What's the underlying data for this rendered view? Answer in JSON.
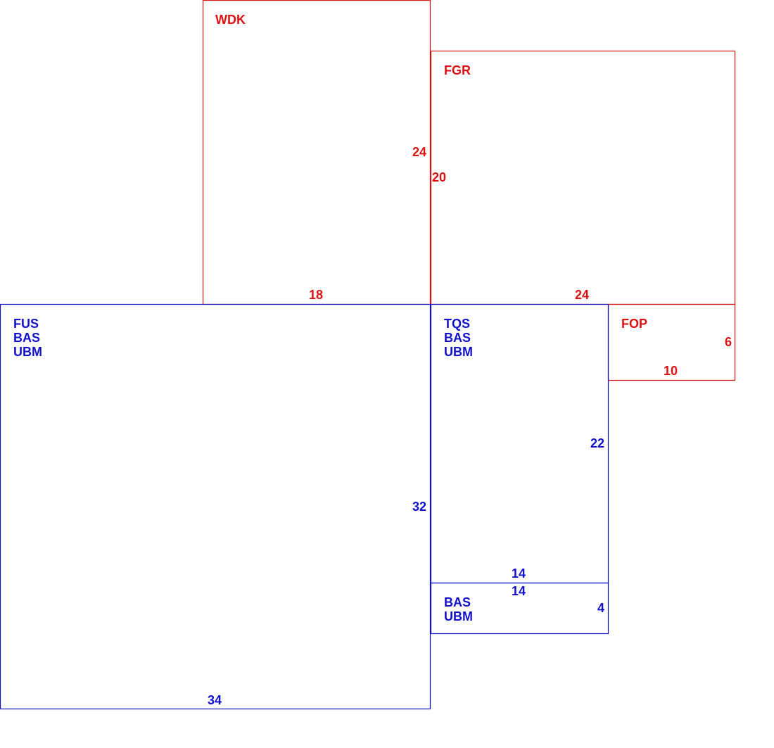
{
  "colors": {
    "red": "#dd1111",
    "blue": "#1111cc"
  },
  "rooms": [
    {
      "id": "wdk",
      "color": "red",
      "labels": [
        "WDK"
      ],
      "dims": {
        "width": "18",
        "height": "24"
      }
    },
    {
      "id": "fgr",
      "color": "red",
      "labels": [
        "FGR"
      ],
      "dims": {
        "width": "24",
        "height": "20"
      }
    },
    {
      "id": "fop",
      "color": "red",
      "labels": [
        "FOP"
      ],
      "dims": {
        "width": "10",
        "height": "6"
      }
    },
    {
      "id": "fus",
      "color": "blue",
      "labels": [
        "FUS",
        "BAS",
        "UBM"
      ],
      "dims": {
        "width": "34",
        "height": "32"
      }
    },
    {
      "id": "tqs",
      "color": "blue",
      "labels": [
        "TQS",
        "BAS",
        "UBM"
      ],
      "dims": {
        "width": "14",
        "height": "22"
      }
    },
    {
      "id": "bas-ubm",
      "color": "blue",
      "labels": [
        "BAS",
        "UBM"
      ],
      "dims": {
        "width": "14",
        "height": "4"
      }
    }
  ]
}
